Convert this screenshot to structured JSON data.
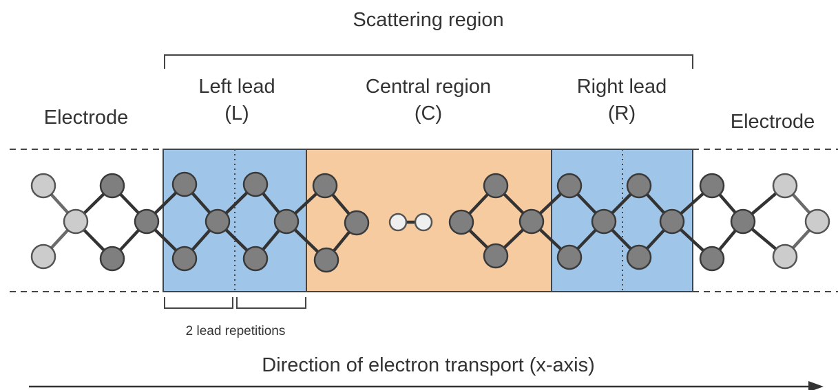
{
  "labels": {
    "scattering_region": "Scattering region",
    "left_lead": "Left lead",
    "left_lead_symbol": "(L)",
    "central_region": "Central region",
    "central_symbol": "(C)",
    "right_lead": "Right lead",
    "right_lead_symbol": "(R)",
    "electrode_left": "Electrode",
    "electrode_right": "Electrode",
    "lead_repetitions": "2 lead repetitions",
    "transport_direction": "Direction of electron transport (x-axis)"
  },
  "colors": {
    "lead_fill": "#9fc5e8",
    "central_fill": "#f7cba0",
    "atom_dark": "#7f7f7f",
    "atom_dark_edge": "#3a3a3a",
    "atom_light": "#cccccc",
    "atom_light_edge": "#555555",
    "atom_white": "#efefef",
    "bond_dark": "#333333",
    "bond_light": "#6b6b6b",
    "text": "#333333"
  }
}
